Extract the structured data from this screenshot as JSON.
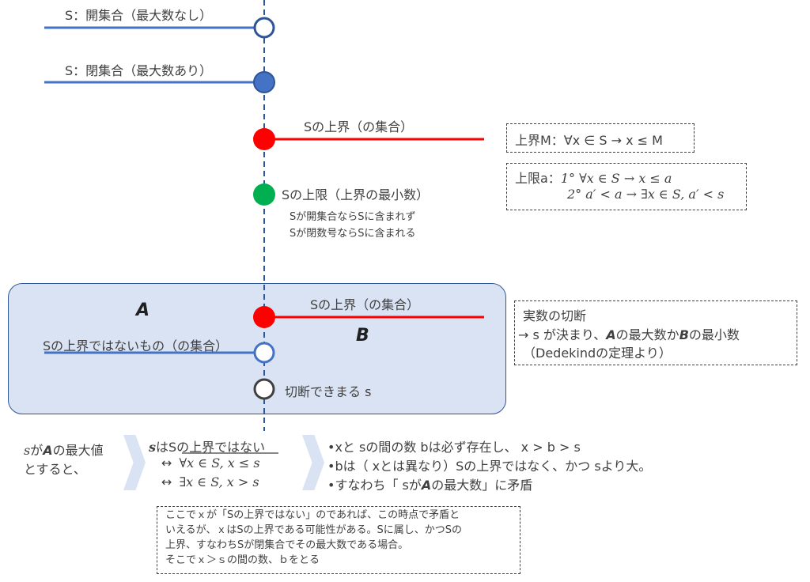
{
  "rows": {
    "open_set": "S：開集合（最大数なし）",
    "closed_set": "S：閉集合（最大数あり）",
    "upper_bound_set": "Sの上界（の集合）",
    "supremum": "Sの上限（上界の最小数）",
    "supremum_note_1": "Sが開集合ならSに含まれず",
    "supremum_note_2": "Sが閉数号ならSに含まれる"
  },
  "defs": {
    "upper_bound": "上界M：∀x ∈ S → x ≤ M",
    "sup_line1_prefix": "上限a：",
    "sup_line1": "1° ∀x ∈ S → x ≤ a",
    "sup_line2": "2° a′ < a → ∃x ∈ S, a′ < s"
  },
  "cut": {
    "label_A": "A",
    "label_B": "B",
    "upper_set": "Sの上界（の集合）",
    "non_upper_set": "Sの上界ではないもの（の集合）",
    "cut_point": "切断できまる s",
    "note_line1": "実数の切断",
    "note_line2_prefix": "→ s が決まり、",
    "note_line2_A": "A",
    "note_line2_mid": "の最大数か",
    "note_line2_B": "B",
    "note_line2_suffix": "の最小数",
    "note_line3": "（Dedekindの定理より）"
  },
  "proof": {
    "premise_s": "s",
    "premise_ga": "が",
    "premise_A": "A",
    "premise_rest": "の最大値",
    "premise_line2": "とすると、",
    "step_s": "s",
    "step_head": "はSの上界ではない",
    "step_eq1_arrow": "↔",
    "step_eq1": "∀x ∈ S, x ≤ s",
    "step_eq2_arrow": "↔",
    "step_eq2": "∃x ∈ S, x > s",
    "c1": "•xと sの間の数 bは必ず存在し、 x > b > s",
    "c2": "•bは（ xとは異なり）Sの上界ではなく、かつ sより大。",
    "c3_pre": "•すなわち「 sが",
    "c3_A": "A",
    "c3_post": "の最大数」に矛盾"
  },
  "footnote": {
    "line1": "ここでｘが「Sの上界ではない」のであれば、この時点で矛盾と",
    "line2": "いえるが、ｘはSの上界である可能性がある。Sに属し、かつSの",
    "line3": "上界、すなわちSが閉集合でその最大数である場合。",
    "line4": "そこでｘ＞ｓの間の数、ｂをとる"
  },
  "colors": {
    "blue_line": "#4472c4",
    "blue_fill": "#4472c4",
    "red": "#ff0000",
    "green": "#00b050",
    "panel_fill": "#dae3f3",
    "panel_border": "#2f5597",
    "axis": "#2f5597"
  }
}
